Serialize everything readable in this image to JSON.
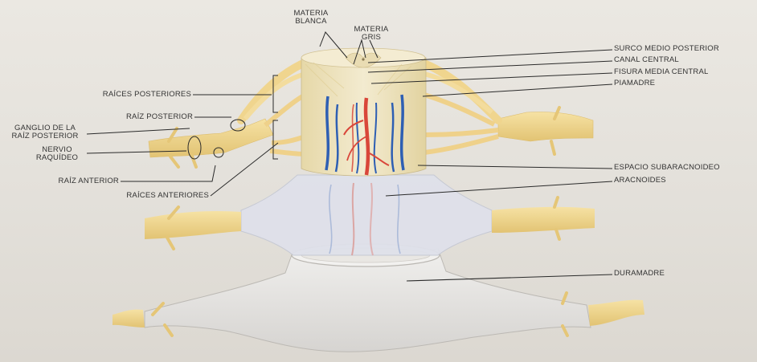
{
  "labels": {
    "materia_blanca": [
      "MATERIA",
      "BLANCA"
    ],
    "materia_gris": [
      "MATERIA",
      "GRIS"
    ],
    "surco_medio_posterior": "SURCO MEDIO POSTERIOR",
    "canal_central": "CANAL CENTRAL",
    "fisura_media_central": "FISURA MEDIA CENTRAL",
    "piamadre": "PIAMADRE",
    "espacio_subaracnoideo": "ESPACIO SUBARACNOIDEO",
    "aracnoides": "ARACNOIDES",
    "duramadre": "DURAMADRE",
    "raices_posteriores": "RAÍCES POSTERIORES",
    "raiz_posterior": "RAÍZ POSTERIOR",
    "ganglio_raiz_posterior": [
      "GANGLIO DE LA",
      "RAÍZ POSTERIOR"
    ],
    "nervio_raquideo": [
      "NERVIO",
      "RAQUÍDEO"
    ],
    "raiz_anterior": "RAÍZ ANTERIOR",
    "raices_anteriores": "RAÍCES ANTERIORES"
  },
  "colors": {
    "background": "#e6e3dd",
    "nerve": "#f0d58e",
    "cord": "#efe6c8",
    "artery": "#d9463a",
    "vein": "#2e5fb3",
    "arachnoid": "#dcdfe8",
    "dura": "#e4e2df",
    "leader": "#2a2a2a"
  }
}
